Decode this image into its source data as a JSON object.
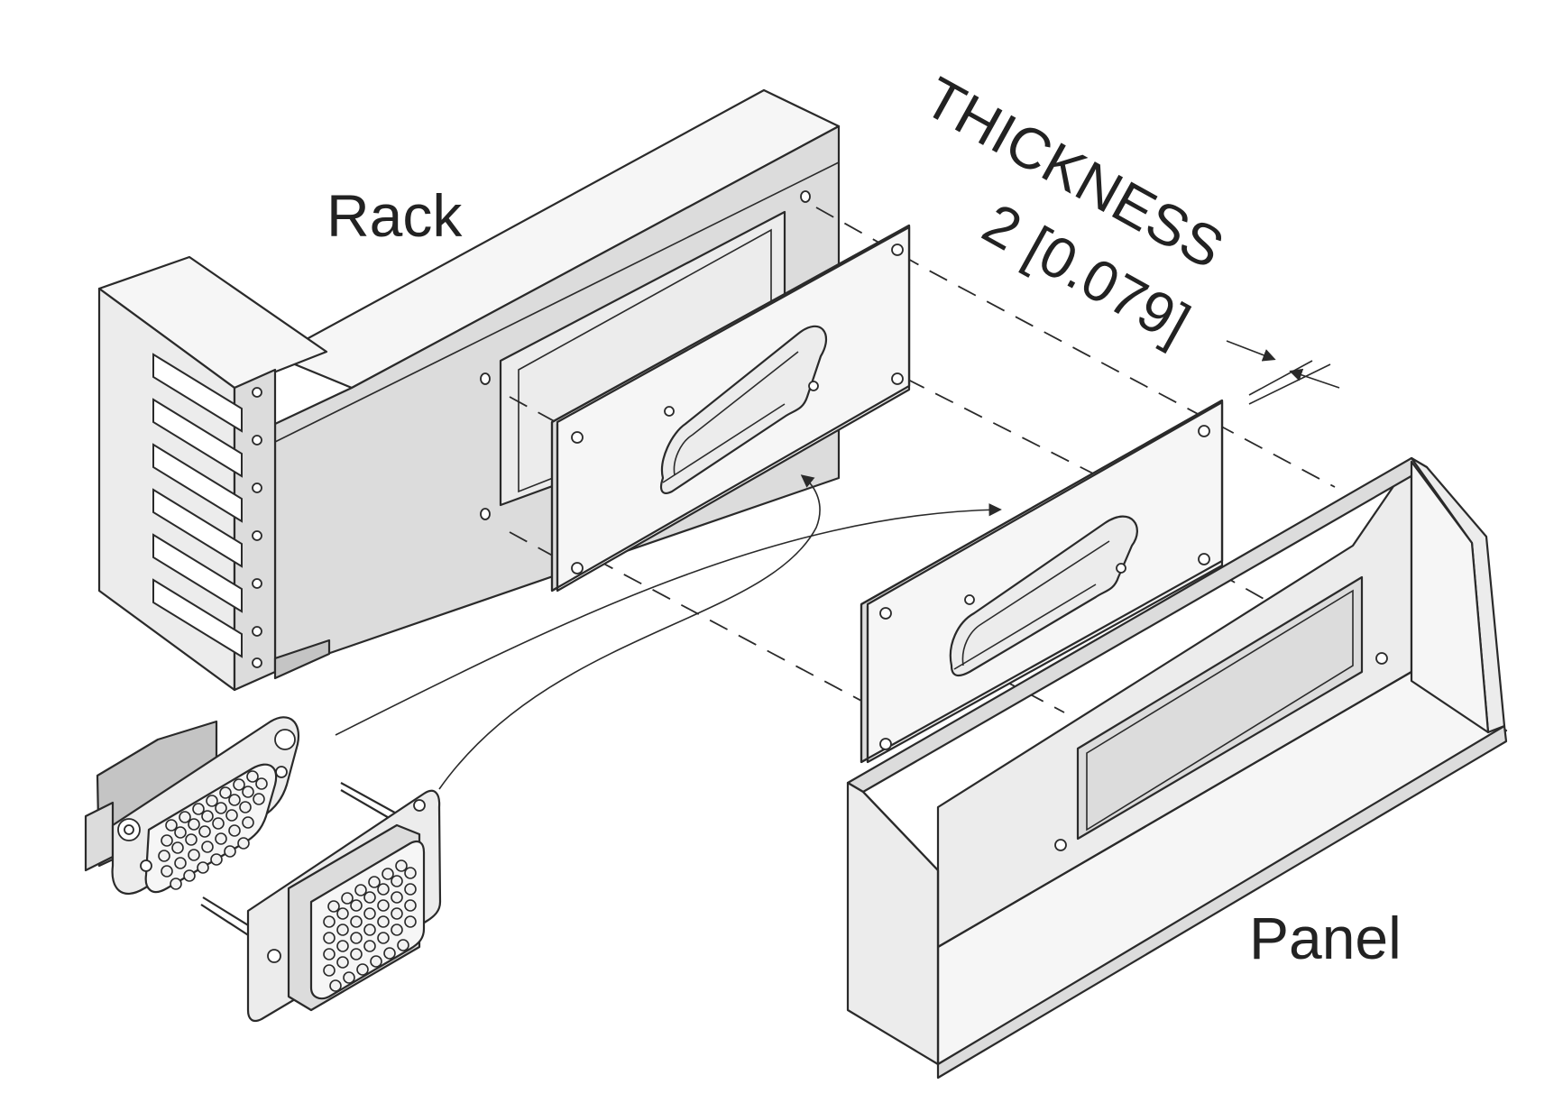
{
  "labels": {
    "rack": "Rack",
    "panel": "Panel",
    "thickness_title": "THICKNESS",
    "thickness_value": "2 [0.079]"
  }
}
